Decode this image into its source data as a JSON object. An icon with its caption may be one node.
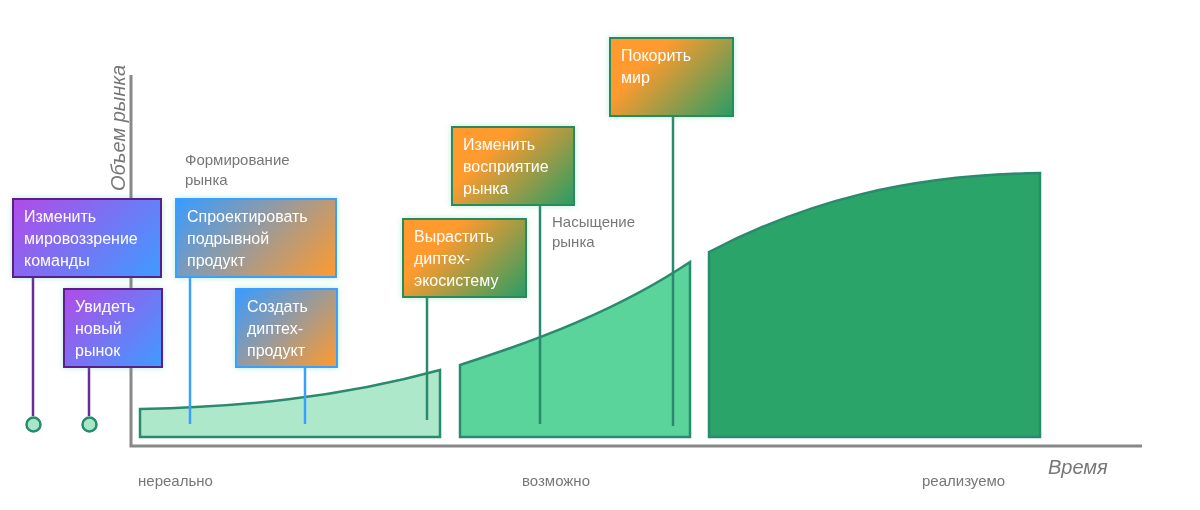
{
  "diagram": {
    "nodes": [
      {
        "text": [
          "Изменить мировоззрение команды"
        ]
      },
      {
        "text": [
          "Увидеть новый рынок"
        ]
      },
      {
        "text": [
          "Спроектировать подрывной продукт"
        ]
      },
      {
        "text": [
          "Создать диптех-продукт"
        ]
      },
      {
        "text": [
          "Вырастить диптех-экосистему"
        ]
      },
      {
        "text": [
          "Изменить восприятие рынка"
        ]
      },
      {
        "text": [
          "Покорить мир"
        ]
      },
      {
        "text": [],
        "shape": "circle"
      },
      {
        "text": [],
        "shape": "circle"
      },
      {
        "text": [],
        "shape": "area"
      },
      {
        "text": [],
        "shape": "area"
      },
      {
        "text": [],
        "shape": "area"
      }
    ],
    "edges": [
      {
        "from": 0,
        "to": 7,
        "arrow": "none",
        "color": "#6a2a9a"
      },
      {
        "from": 1,
        "to": 8,
        "arrow": "none",
        "color": "#6a2a9a"
      },
      {
        "from": 2,
        "to": 9,
        "arrow": "none",
        "color": "#3aa0ff"
      },
      {
        "from": 3,
        "to": 9,
        "arrow": "none",
        "color": "#3aa0ff"
      },
      {
        "from": 4,
        "to": 9,
        "arrow": "none"
      },
      {
        "from": 5,
        "to": 10,
        "arrow": "none"
      },
      {
        "from": 6,
        "to": 10,
        "arrow": "none"
      }
    ],
    "labels": [
      "Объем рынка",
      "Формирование рынка",
      "Насыщение рынка",
      "Время",
      "нереально",
      "возможно",
      "реализуемо"
    ]
  }
}
